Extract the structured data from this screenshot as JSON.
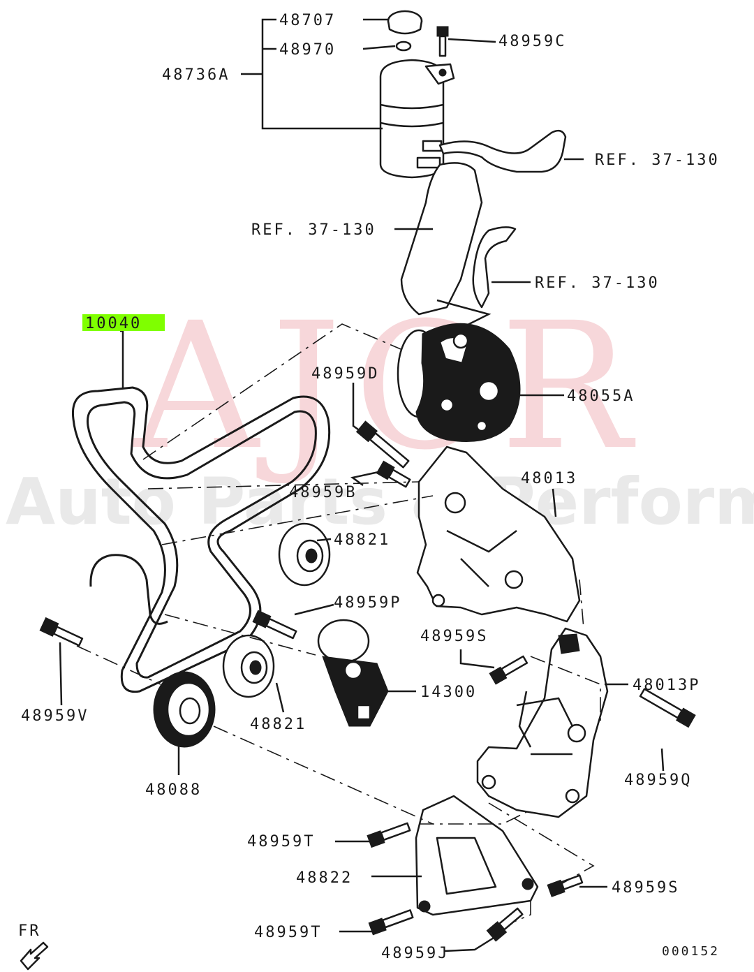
{
  "watermark": {
    "brand": "AJCR",
    "tagline": "Auto Parts & Performance"
  },
  "highlight_color": "#7fff00",
  "parts": {
    "belt": "10040",
    "cap": "48707",
    "gasket": "48970",
    "reservoir_bracket": "48736A",
    "reservoir_bolt": "48959C",
    "hose_upper_ref": "REF. 37-130",
    "hose_mid_ref": "REF. 37-130",
    "hose_low_ref": "REF. 37-130",
    "pump": "48055A",
    "pump_bolt": "48959D",
    "pump_bolt_b": "48959B",
    "pump_bracket": "48013",
    "idler_upper": "48821",
    "idler_bolt": "48959P",
    "tensioner": "14300",
    "idler_lower": "48821",
    "pulley_large": "48088",
    "bolt_v": "48959V",
    "bolt_s_upper": "48959S",
    "main_bracket": "48013P",
    "bolt_q": "48959Q",
    "bolt_t_upper": "48959T",
    "stay": "48822",
    "bolt_s_lower": "48959S",
    "bolt_t_lower": "48959T",
    "bolt_j": "48959J"
  },
  "front_marker": "FR",
  "diagram_id": "000152"
}
